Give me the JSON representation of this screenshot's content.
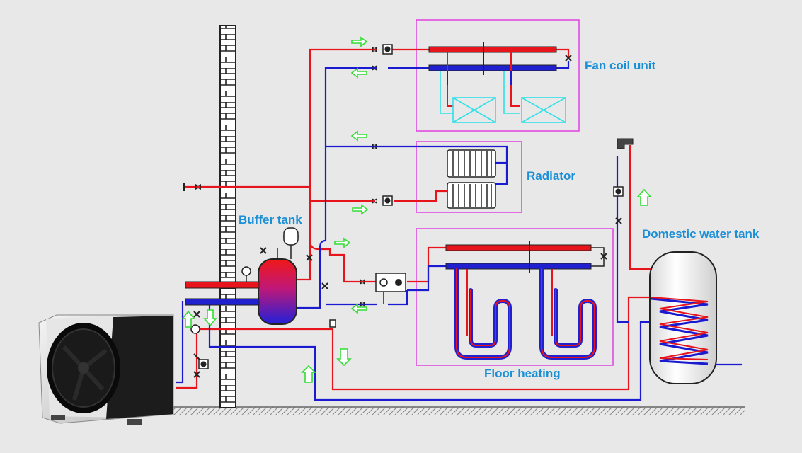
{
  "labels": {
    "fan_coil": "Fan coil unit",
    "radiator": "Radiator",
    "buffer_tank": "Buffer tank",
    "domestic_water_tank": "Domestic water tank",
    "floor_heating": "Floor heating"
  },
  "colors": {
    "background": "#e8e8e8",
    "hot_pipe": "#e8141c",
    "cold_pipe": "#1a1ad0",
    "label_text": "#1b8fd6",
    "zone_border": "#e040e0",
    "flow_arrow": "#33dd33",
    "fan_coil_box": "#30e0e8"
  }
}
